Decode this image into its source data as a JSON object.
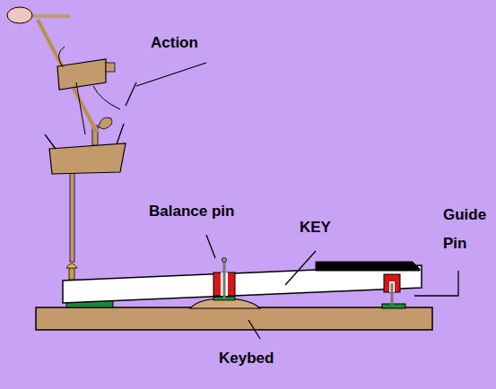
{
  "diagram": {
    "labels": [
      "Action",
      "Balance pin",
      "KEY",
      "Guide Pin",
      "Keybed"
    ]
  }
}
